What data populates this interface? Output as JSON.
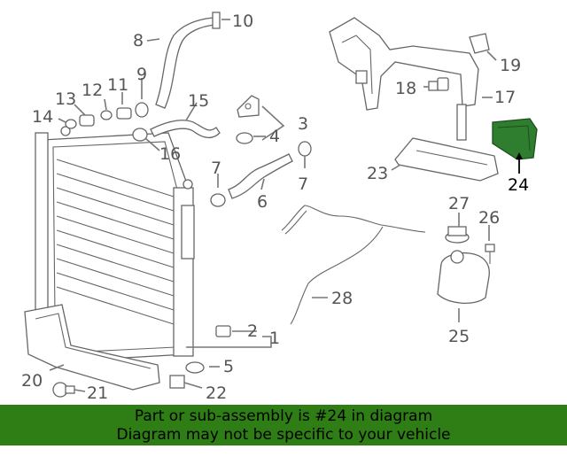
{
  "callouts": [
    "1",
    "2",
    "3",
    "4",
    "5",
    "6",
    "7",
    "7",
    "8",
    "9",
    "10",
    "11",
    "12",
    "13",
    "14",
    "15",
    "16",
    "17",
    "18",
    "19",
    "20",
    "21",
    "22",
    "23",
    "24",
    "25",
    "26",
    "27",
    "28"
  ],
  "highlight": {
    "label": "24",
    "color": "#2f7d2f"
  },
  "banner": {
    "line1": "Part or sub-assembly is #24 in diagram",
    "line2": "Diagram may not be specific to your vehicle",
    "color": "#2e7d15"
  }
}
